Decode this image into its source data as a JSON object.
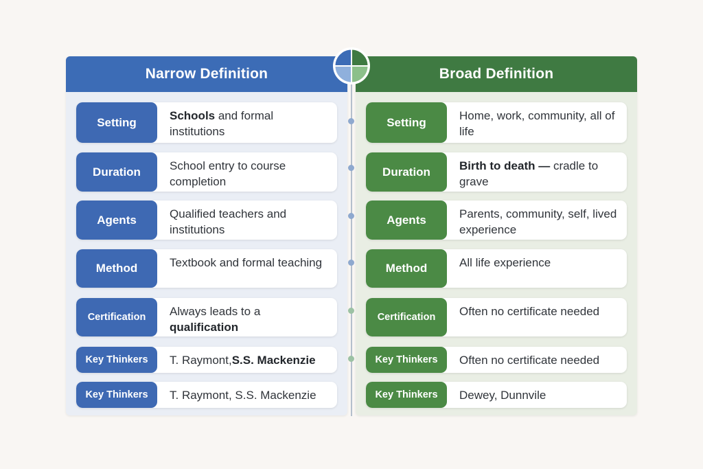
{
  "narrow": {
    "title": "Narrow Definition",
    "rows": [
      {
        "label": "Setting",
        "text_bold": "Schools",
        "text_rest": " and formal institutions"
      },
      {
        "label": "Duration",
        "text": "School entry to course completion"
      },
      {
        "label": "Agents",
        "text": "Qualified teachers and institutions"
      },
      {
        "label": "Method",
        "text": "Textbook and formal teaching"
      },
      {
        "label": "Certification",
        "text": "Always leads to a ",
        "text_bold": "qualification"
      },
      {
        "label": "Key Thinkers",
        "text": "T. Raymont, ",
        "text_bold": "S.S. Mackenzie"
      },
      {
        "label": "Key Thinkers",
        "text": "T. Raymont, S.S. Mackenzie"
      }
    ]
  },
  "broad": {
    "title": "Broad Definition",
    "rows": [
      {
        "label": "Setting",
        "text": "Home, work, community, all of life"
      },
      {
        "label": "Duration",
        "text_bold": "Birth to death —",
        "text_rest": " cradle to grave"
      },
      {
        "label": "Agents",
        "text": "Parents, community, self, lived experience"
      },
      {
        "label": "Method",
        "text": "All life experience"
      },
      {
        "label": "Certification",
        "text": "Often no certificate needed"
      },
      {
        "label": "Key Thinkers",
        "text": "Often no certificate needed"
      },
      {
        "label": "Key Thinkers",
        "text": "Dewey, Dunnvile"
      }
    ]
  },
  "colors": {
    "narrow_blue": "#3c6cb6",
    "broad_green": "#3f7a42",
    "background": "#f9f6f3"
  }
}
